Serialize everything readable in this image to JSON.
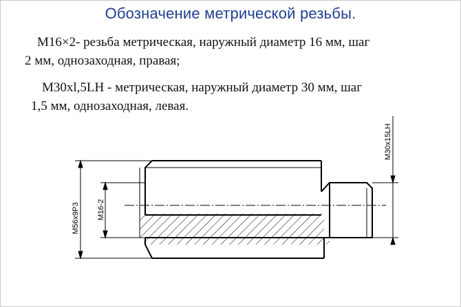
{
  "title": "Обозначение метрической резьбы.",
  "paragraph1": {
    "line1": "М16×2- резьба метрическая, наружный диаметр 16 мм, шаг",
    "line2": "2 мм, однозаходная, правая;"
  },
  "paragraph2": {
    "line1": "М30xl,5LH - метрическая, наружный диаметр 30 мм,  шаг",
    "line2": "1,5 мм, однозаходная, левая."
  },
  "drawing": {
    "dim_outer_left": "М56х9Р3",
    "dim_inner_left": "М16-2",
    "dim_right": "М30х15LН"
  },
  "colors": {
    "title": "#1f3f8f",
    "lines": "#000000"
  }
}
